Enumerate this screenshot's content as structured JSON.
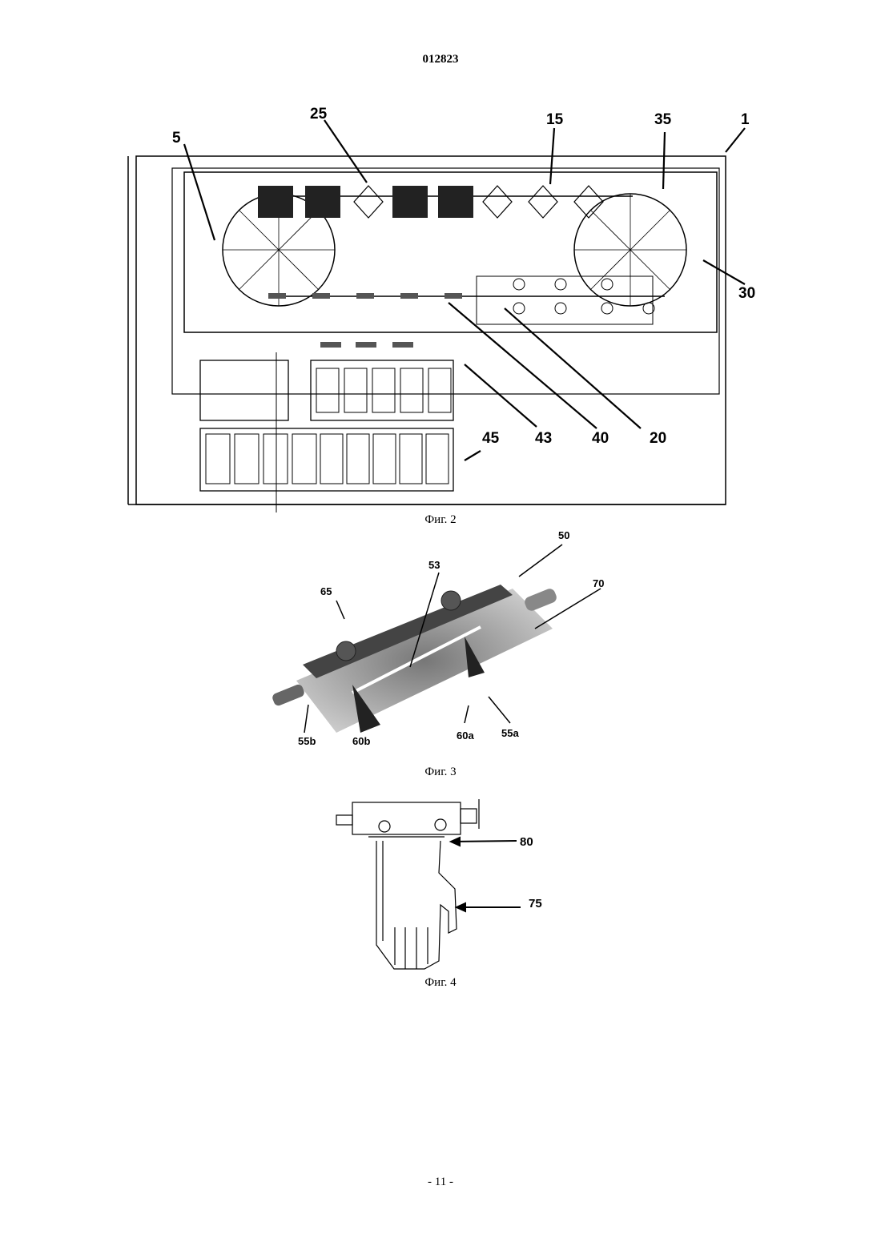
{
  "header": {
    "doc_number": "012823"
  },
  "figures": [
    {
      "caption": "Фиг. 2",
      "labels": [
        "1",
        "5",
        "15",
        "20",
        "25",
        "30",
        "35",
        "40",
        "43",
        "45"
      ]
    },
    {
      "caption": "Фиг. 3",
      "labels": [
        "50",
        "53",
        "55a",
        "55b",
        "60a",
        "60b",
        "65",
        "70"
      ]
    },
    {
      "caption": "Фиг. 4",
      "labels": [
        "75",
        "80"
      ]
    }
  ],
  "footer": {
    "page_number": "- 11 -"
  }
}
